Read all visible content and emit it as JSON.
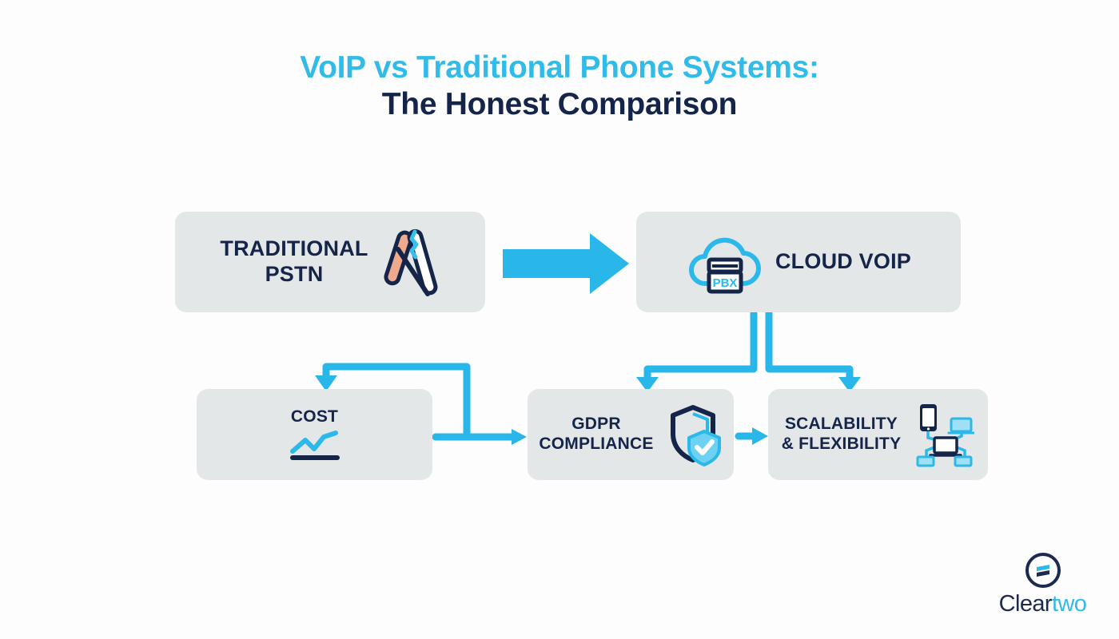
{
  "page": {
    "background_color": "#fdfdfd",
    "accent_color": "#29b6e8",
    "navy_color": "#152449",
    "node_fill_color": "#e4e7e8"
  },
  "title": {
    "line1": "VoIP vs Traditional Phone Systems:",
    "line2": "The Honest Comparison",
    "line1_color": "#30bbe8",
    "line2_color": "#152449"
  },
  "diagram": {
    "nodes": [
      {
        "id": "traditional-pstn",
        "label": "TRADITIONAL\nPSTN",
        "icon": "crossed-phone-lines-icon"
      },
      {
        "id": "cloud-voip",
        "label": "CLOUD VOIP",
        "icon": "cloud-pbx-icon",
        "icon_text": "PBX"
      },
      {
        "id": "cost",
        "label": "COST",
        "icon": "trend-chart-icon"
      },
      {
        "id": "gdpr-compliance",
        "label": "GDPR\nCOMPLIANCE",
        "icon": "shield-check-icon"
      },
      {
        "id": "scalability-flexibility",
        "label": "SCALABILITY\n& FLEXIBILITY",
        "icon": "devices-network-icon"
      }
    ],
    "connectors": [
      {
        "from": "traditional-pstn",
        "to": "cloud-voip",
        "style": "thick-arrow-right"
      },
      {
        "from": "cloud-voip",
        "to": "cost",
        "style": "elbow-arrow-down"
      },
      {
        "from": "cloud-voip",
        "to": "gdpr-compliance",
        "style": "branch-arrow-down"
      },
      {
        "from": "cloud-voip",
        "to": "scalability-flexibility",
        "style": "branch-arrow-down"
      },
      {
        "from": "cost",
        "to": "gdpr-compliance",
        "style": "arrow-right"
      },
      {
        "from": "gdpr-compliance",
        "to": "scalability-flexibility",
        "style": "arrow-right"
      }
    ]
  },
  "logo": {
    "word_part_1": "Clear",
    "word_part_2": "two",
    "mark": "cleartwo-circle-mark"
  }
}
